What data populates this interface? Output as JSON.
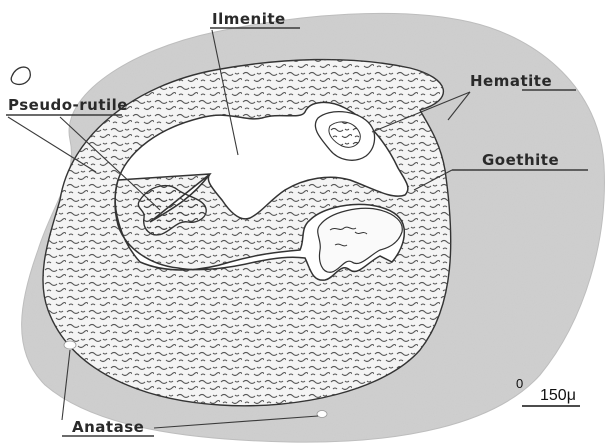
{
  "labels": {
    "ilmenite": "Ilmenite",
    "hematite": "Hematite",
    "pseudo_rutile": "Pseudo-rutile",
    "goethite": "Goethite",
    "anatase": "Anatase"
  },
  "scale_bar": {
    "start": "0",
    "end": "150μ"
  },
  "colors": {
    "outer_rim": "#cfcfcf",
    "alteration_zone": "#f4f4f4",
    "core": "#ffffff",
    "texture": "#444444"
  }
}
